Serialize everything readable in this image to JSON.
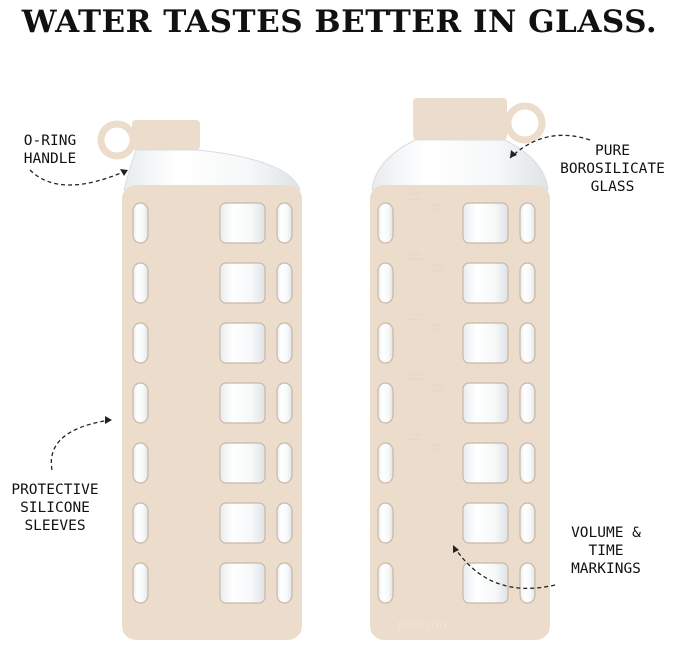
{
  "headline": "WATER TASTES BETTER IN GLASS.",
  "callouts": {
    "o_ring": [
      "O-RING",
      "HANDLE"
    ],
    "glass": [
      "PURE",
      "BOROSILICATE",
      "GLASS"
    ],
    "sleeves": [
      "PROTECTIVE",
      "SILICONE",
      "SLEEVES"
    ],
    "markings": [
      "VOLUME &",
      "TIME",
      "MARKINGS"
    ]
  },
  "right_bottle": {
    "time_marks": [
      {
        "am": "8am",
        "pm": "2pm"
      },
      {
        "am": "9am",
        "pm": "3pm"
      },
      {
        "am": "10am",
        "pm": "4pm"
      },
      {
        "am": "11am",
        "pm": "5pm"
      },
      {
        "am": "12pm",
        "pm": "6pm"
      }
    ],
    "logo": "purifyou"
  },
  "colors": {
    "sleeve": "#ecdccc",
    "text": "#111111"
  }
}
